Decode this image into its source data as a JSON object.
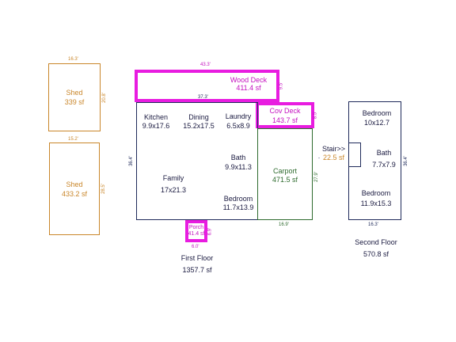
{
  "sheds": [
    {
      "name": "Shed",
      "area": "339 sf",
      "top_dim": "16.3'",
      "side_dim": "20.8'"
    },
    {
      "name": "Shed",
      "area": "433.2 sf",
      "top_dim": "15.2'",
      "side_dim": "28.5'"
    }
  ],
  "wood_deck": {
    "name": "Wood Deck",
    "area": "411.4 sf",
    "top_dim": "43.3'",
    "side_dim": "9.5'",
    "inner_dim": "37.3'"
  },
  "cov_deck": {
    "name": "Cov Deck",
    "area": "143.7 sf",
    "side_dim": "8.5'"
  },
  "first_floor": {
    "label": "First Floor",
    "area": "1357.7 sf",
    "side_dim": "36.4'",
    "rooms": {
      "kitchen": {
        "name": "Kitchen",
        "size": "9.9x17.6"
      },
      "dining": {
        "name": "Dining",
        "size": "15.2x17.5"
      },
      "laundry": {
        "name": "Laundry",
        "size": "6.5x8.9"
      },
      "bath": {
        "name": "Bath",
        "size": "9.9x11.3"
      },
      "family": {
        "name": "Family",
        "size": "17x21.3"
      },
      "bedroom": {
        "name": "Bedroom",
        "size": "11.7x13.9"
      }
    }
  },
  "carport": {
    "name": "Carport",
    "area": "471.5 sf",
    "side_dim": "27.9'",
    "bottom_dim": "16.9'"
  },
  "porch": {
    "name": "Porch",
    "area": "41.4 sf",
    "bottom_dim": "6.0'",
    "side_dim": "6.9'"
  },
  "second_floor": {
    "label": "Second Floor",
    "area": "570.8 sf",
    "side_dim": "36.4'",
    "bottom_dim": "16.3'",
    "stair_label": "Stair>>",
    "stair_area": "22.5 sf",
    "rooms": {
      "bedroom1": {
        "name": "Bedroom",
        "size": "10x12.7"
      },
      "bath": {
        "name": "Bath",
        "size": "7.7x7.9"
      },
      "bedroom2": {
        "name": "Bedroom",
        "size": "11.9x15.3"
      }
    }
  }
}
